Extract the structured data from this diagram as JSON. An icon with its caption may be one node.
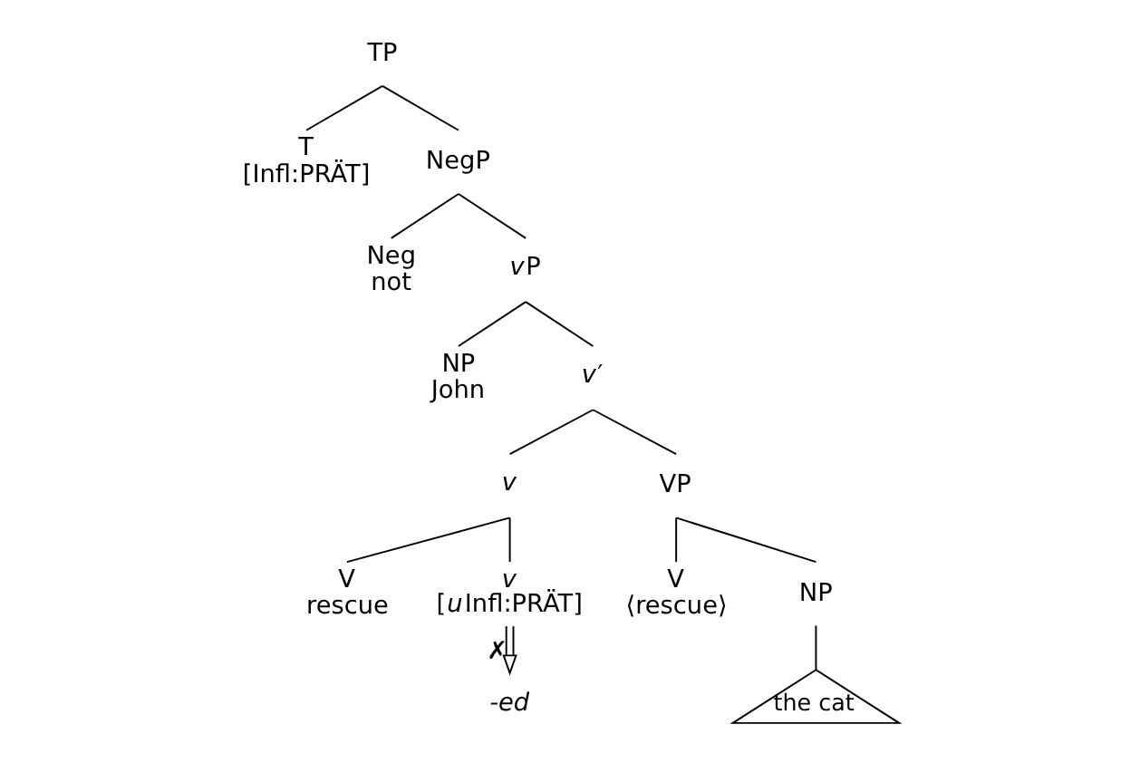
{
  "diagram": {
    "nodes": [
      {
        "text": [
          "TP"
        ]
      },
      {
        "text": [
          "T",
          "[Infl:PRÄT]"
        ]
      },
      {
        "text": [
          "NegP"
        ]
      },
      {
        "text": [
          "Neg",
          "not"
        ]
      },
      {
        "text": [
          "vP"
        ]
      },
      {
        "text": [
          "NP",
          "John"
        ]
      },
      {
        "text": [
          "v′"
        ]
      },
      {
        "text": [
          "v"
        ]
      },
      {
        "text": [
          "VP"
        ]
      },
      {
        "text": [
          "V",
          "rescue"
        ]
      },
      {
        "text": [
          "v",
          "[uInfl:PRÄT]"
        ]
      },
      {
        "text": [
          "V",
          "⟨rescue⟩"
        ]
      },
      {
        "text": [
          "NP"
        ]
      },
      {
        "text": [
          "the cat"
        ]
      },
      {
        "text": [
          "-ed"
        ]
      }
    ],
    "edges": [
      {
        "from": 0,
        "to": 1,
        "arrow": "none"
      },
      {
        "from": 0,
        "to": 2,
        "arrow": "none"
      },
      {
        "from": 2,
        "to": 3,
        "arrow": "none"
      },
      {
        "from": 2,
        "to": 4,
        "arrow": "none"
      },
      {
        "from": 4,
        "to": 5,
        "arrow": "none"
      },
      {
        "from": 4,
        "to": 6,
        "arrow": "none"
      },
      {
        "from": 6,
        "to": 7,
        "arrow": "none"
      },
      {
        "from": 6,
        "to": 8,
        "arrow": "none"
      },
      {
        "from": 7,
        "to": 9,
        "arrow": "none"
      },
      {
        "from": 7,
        "to": 10,
        "arrow": "none"
      },
      {
        "from": 8,
        "to": 11,
        "arrow": "none"
      },
      {
        "from": 8,
        "to": 12,
        "arrow": "none"
      },
      {
        "from": 12,
        "to": 13,
        "arrow": "none"
      },
      {
        "from": 10,
        "to": 14,
        "arrow": "to",
        "label": "✗"
      }
    ]
  }
}
